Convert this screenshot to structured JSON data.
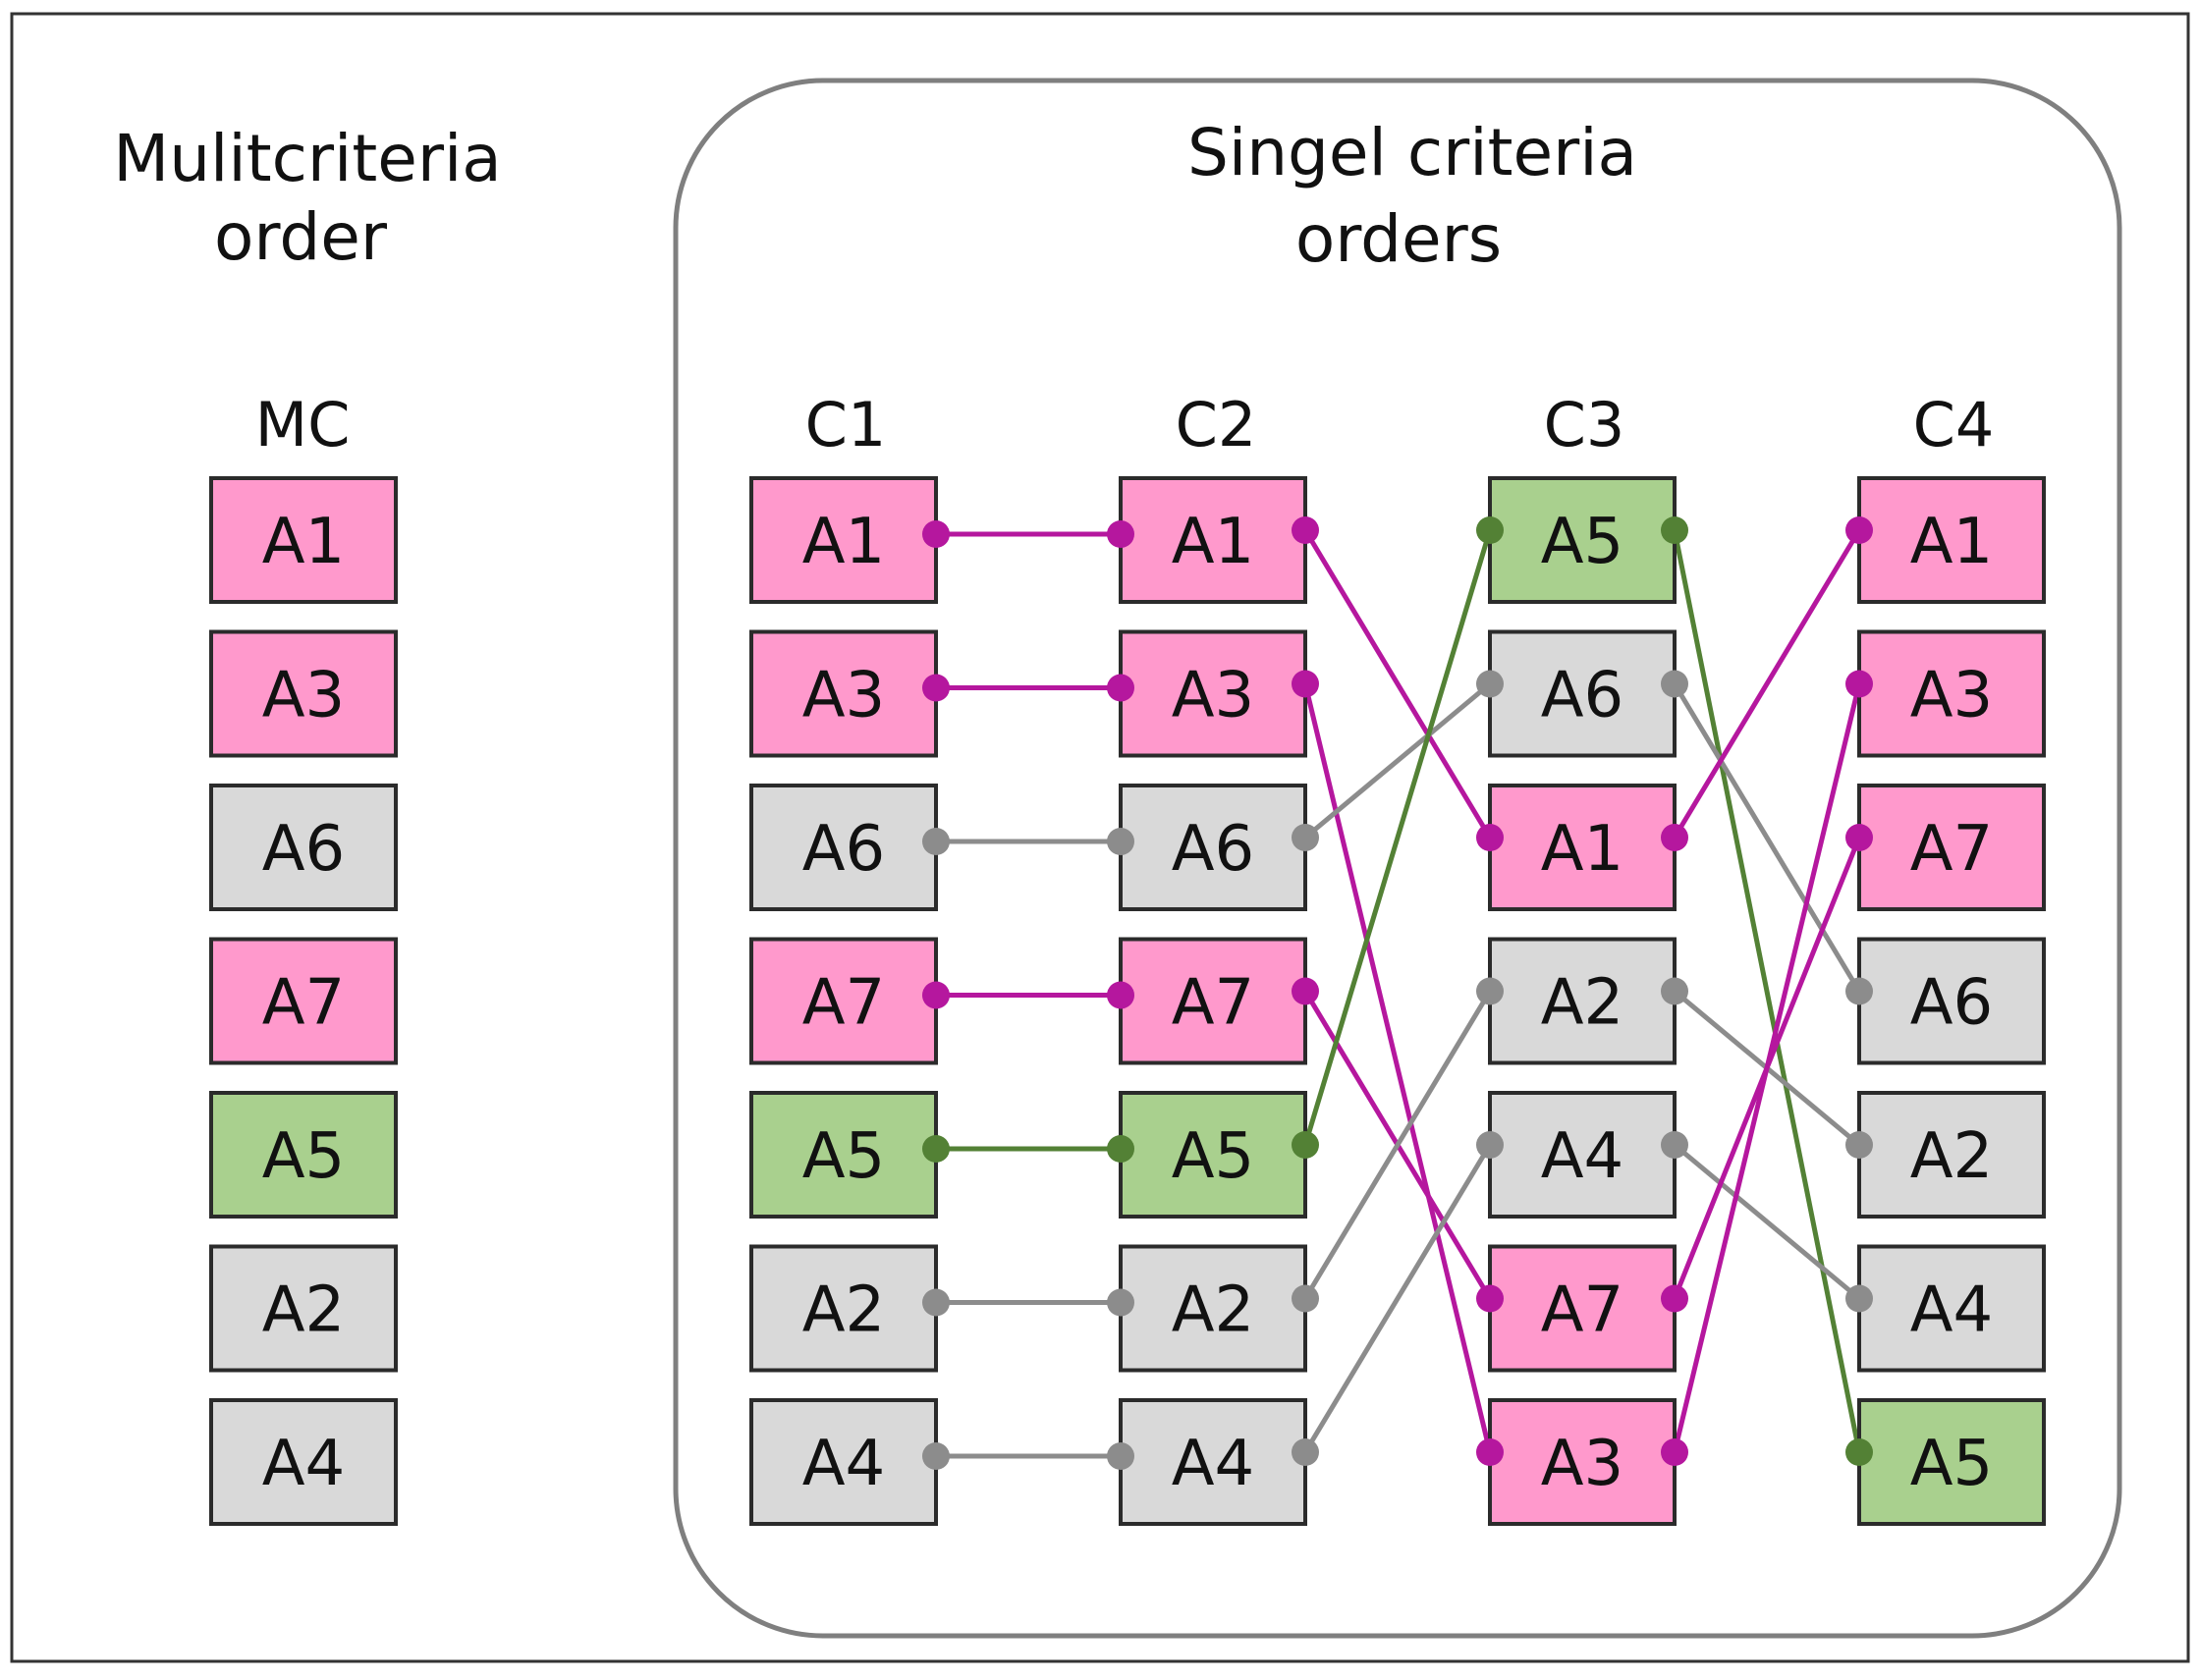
{
  "left_title": [
    "Mulitcriteria",
    "order"
  ],
  "right_title": [
    "Singel criteria",
    "orders"
  ],
  "colors": {
    "pink_fill": "#ff99cc",
    "gray_fill": "#d9d9d9",
    "green_fill": "#a9d08e",
    "magenta_link": "#b5179e",
    "gray_link": "#8c8c8c",
    "green_link": "#538135",
    "border": "#2b2b2b",
    "panel_border": "#7f7f7f"
  },
  "mc_column": {
    "header": "MC",
    "items": [
      {
        "label": "A1",
        "group": "pink"
      },
      {
        "label": "A3",
        "group": "pink"
      },
      {
        "label": "A6",
        "group": "gray"
      },
      {
        "label": "A7",
        "group": "pink"
      },
      {
        "label": "A5",
        "group": "green"
      },
      {
        "label": "A2",
        "group": "gray"
      },
      {
        "label": "A4",
        "group": "gray"
      }
    ]
  },
  "criteria_columns": [
    {
      "header": "C1",
      "items": [
        "A1",
        "A3",
        "A6",
        "A7",
        "A5",
        "A2",
        "A4"
      ]
    },
    {
      "header": "C2",
      "items": [
        "A1",
        "A3",
        "A6",
        "A7",
        "A5",
        "A2",
        "A4"
      ]
    },
    {
      "header": "C3",
      "items": [
        "A5",
        "A6",
        "A1",
        "A2",
        "A4",
        "A7",
        "A3"
      ]
    },
    {
      "header": "C4",
      "items": [
        "A1",
        "A3",
        "A7",
        "A6",
        "A2",
        "A4",
        "A5"
      ]
    }
  ],
  "item_groups": {
    "A1": "pink",
    "A3": "pink",
    "A7": "pink",
    "A5": "green",
    "A6": "gray",
    "A2": "gray",
    "A4": "gray"
  }
}
